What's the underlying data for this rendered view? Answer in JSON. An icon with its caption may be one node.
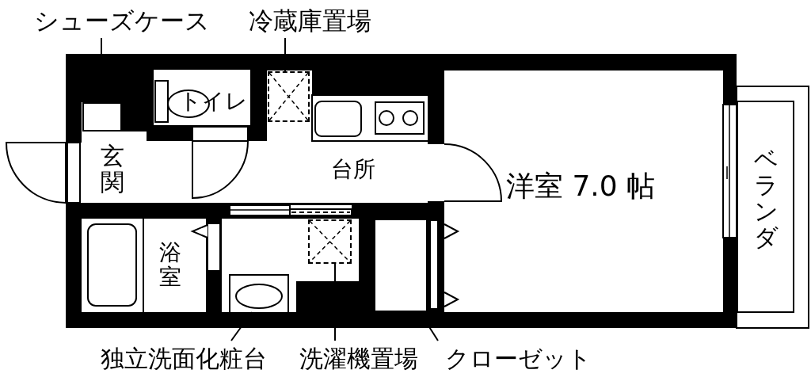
{
  "diagram": {
    "nodes": [
      {
        "text": [
          "シューズケース"
        ]
      },
      {
        "text": [
          "冷蔵庫置場"
        ]
      },
      {
        "text": [],
        "shape": "box"
      },
      {
        "text": [],
        "shape": "box"
      },
      {
        "text": [
          "トイレ"
        ]
      },
      {
        "text": [
          "玄関"
        ]
      },
      {
        "text": [
          "台所"
        ]
      },
      {
        "text": [
          "洋室 7.0 帖"
        ]
      },
      {
        "text": [
          "ベランダ"
        ]
      },
      {
        "text": [
          "浴室"
        ]
      },
      {
        "text": [],
        "shape": "box"
      },
      {
        "text": [],
        "shape": "box"
      },
      {
        "text": [],
        "shape": "box"
      },
      {
        "text": [
          "独立洗面化粧台"
        ]
      },
      {
        "text": [
          "洗濯機置場"
        ]
      },
      {
        "text": [
          "クローゼット"
        ]
      }
    ],
    "edges": [
      {
        "from": 0,
        "to": 2,
        "arrow": "none"
      },
      {
        "from": 1,
        "to": 3,
        "arrow": "none"
      },
      {
        "from": 13,
        "to": 10,
        "arrow": "none"
      },
      {
        "from": 14,
        "to": 11,
        "arrow": "none"
      },
      {
        "from": 15,
        "to": 12,
        "arrow": "none"
      }
    ]
  }
}
